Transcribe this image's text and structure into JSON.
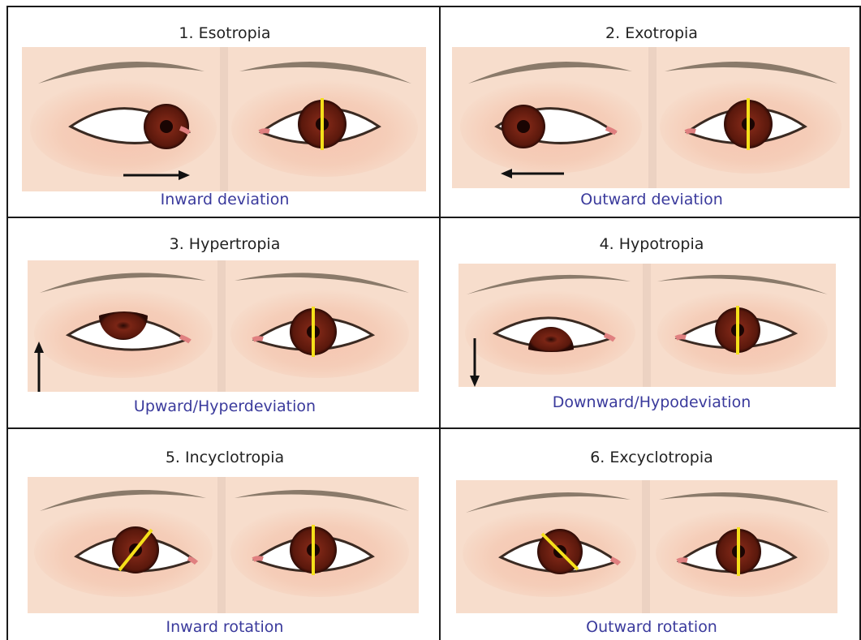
{
  "panels": [
    {
      "title": "1. Esotropia",
      "caption": "Inward deviation",
      "left_eye": "inward",
      "arrow": "right-arrow"
    },
    {
      "title": "2. Exotropia",
      "caption": "Outward deviation",
      "left_eye": "outward",
      "arrow": "left-arrow"
    },
    {
      "title": "3. Hypertropia",
      "caption": "Upward/Hyperdeviation",
      "left_eye": "upward",
      "arrow": "up-arrow"
    },
    {
      "title": "4. Hypotropia",
      "caption": "Downward/Hypodeviation",
      "left_eye": "downward",
      "arrow": "down-arrow"
    },
    {
      "title": "5. Incyclotropia",
      "caption": "Inward rotation",
      "left_eye": "rotated-inward",
      "arrow": "none"
    },
    {
      "title": "6. Excyclotropia",
      "caption": "Outward rotation",
      "left_eye": "rotated-outward",
      "arrow": "none"
    }
  ],
  "colors": {
    "skin": "#f4d3bf",
    "iris": "#6b1f12",
    "sclera": "#ffffff",
    "axis_marker": "#f5e01a",
    "caption": "#3a3a9c",
    "border": "#1a1a1a"
  }
}
